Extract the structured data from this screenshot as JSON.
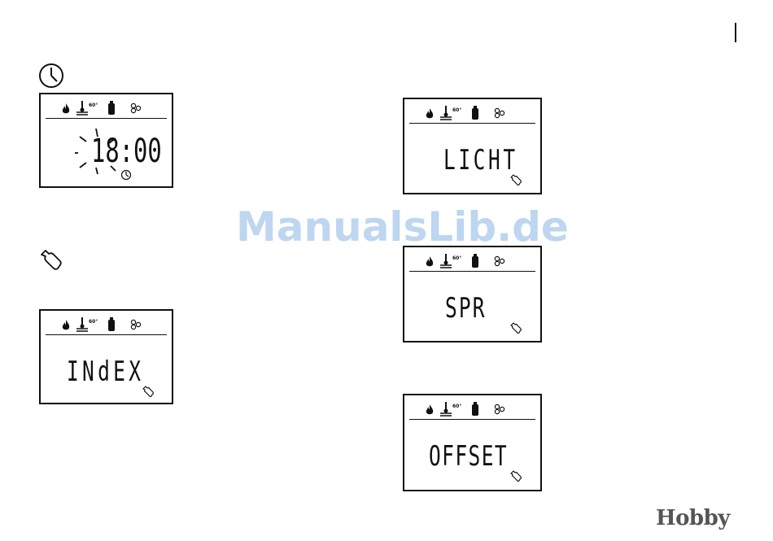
{
  "watermark": "ManualsLib.de",
  "brand": "Hobby",
  "icon_names": {
    "clock": "clock-icon",
    "wrench": "wrench-icon",
    "flame": "flame-icon",
    "water_heater": "water-temp-icon",
    "gas_bottle": "gas-bottle-icon",
    "fan": "fan-icon"
  },
  "lcd_status_temp": "60°",
  "displays": {
    "time": {
      "text": "18:00"
    },
    "index": {
      "text": "INdEX"
    },
    "licht": {
      "text": "LICHT"
    },
    "spr": {
      "text": "SPR"
    },
    "offset": {
      "text": "OFFSET"
    }
  }
}
